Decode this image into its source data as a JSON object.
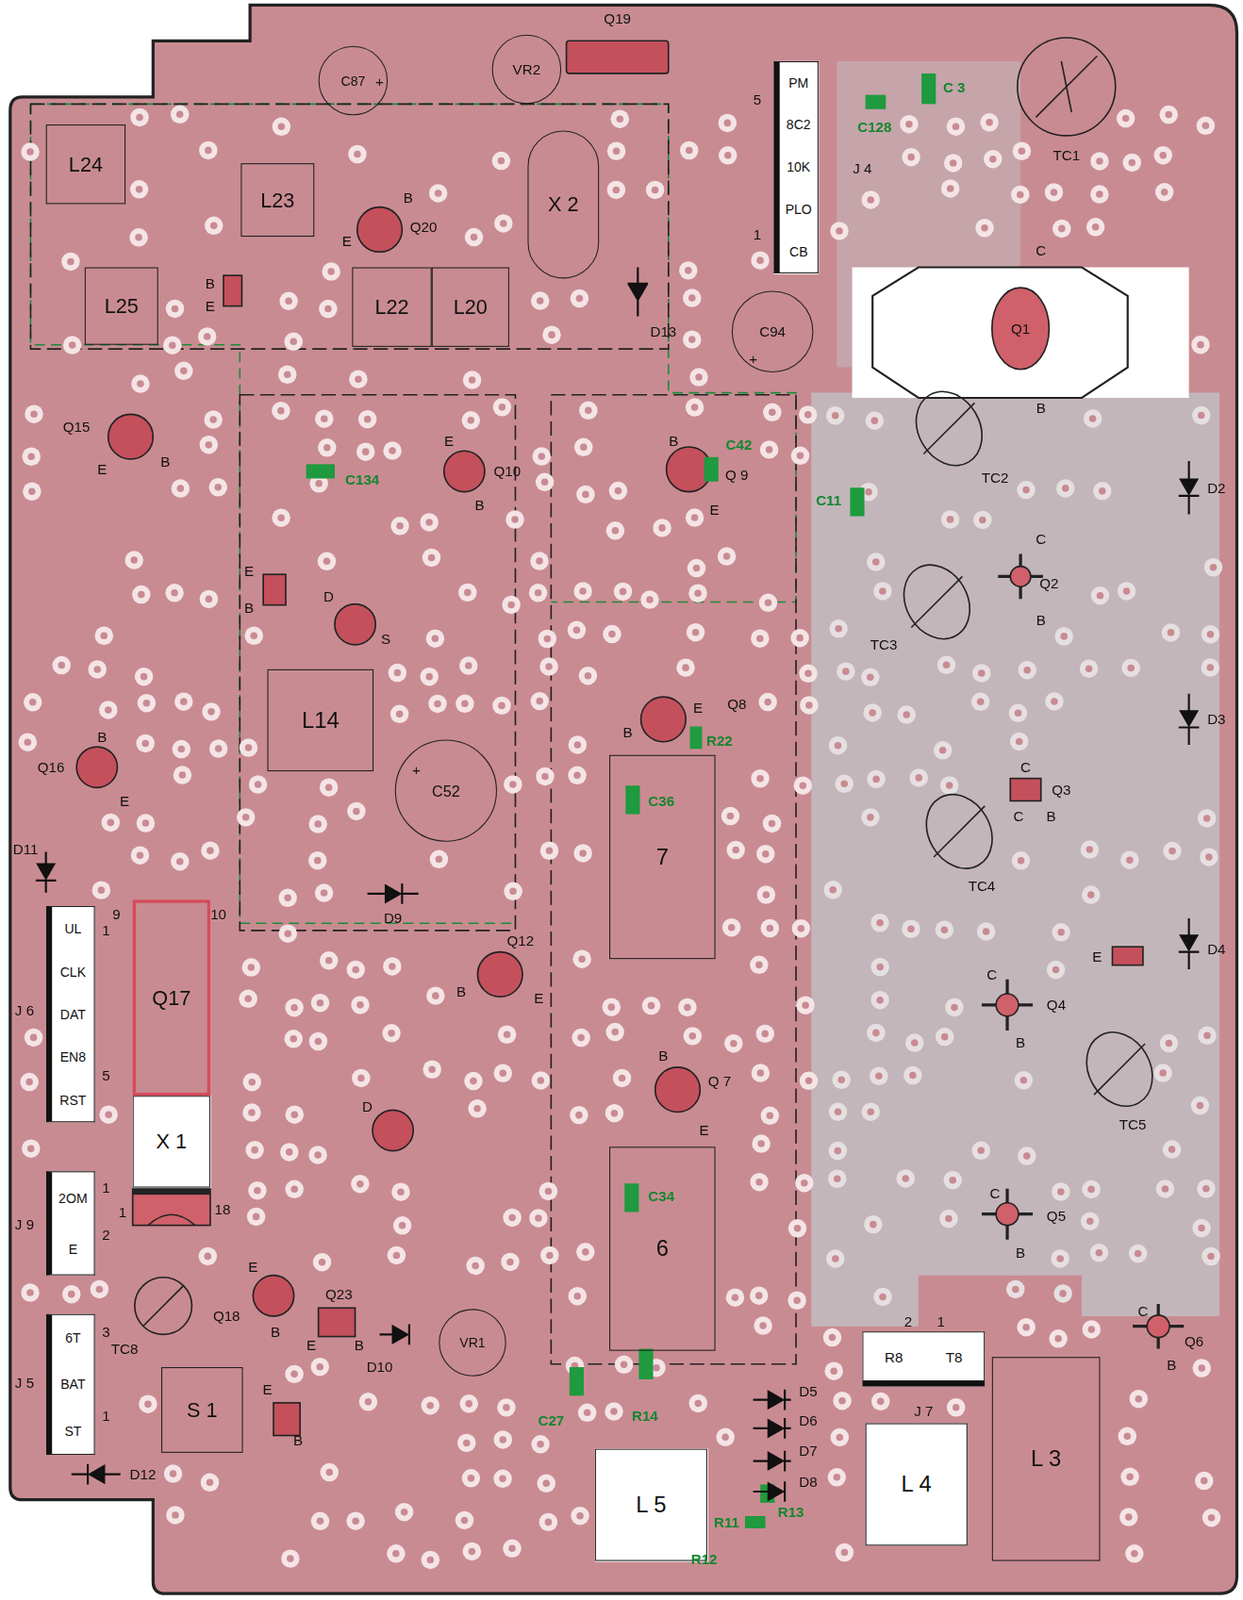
{
  "diagram": {
    "nodes": [
      {
        "text": [
          "L24"
        ]
      },
      {
        "text": [
          "L23"
        ]
      },
      {
        "text": [
          "L25"
        ]
      },
      {
        "text": [
          "L22"
        ]
      },
      {
        "text": [
          "L20"
        ]
      },
      {
        "text": [
          "X 2"
        ]
      },
      {
        "text": [
          "PM",
          "8C2",
          "10K",
          "PLO",
          "CB"
        ]
      },
      {
        "text": [
          "L14"
        ]
      },
      {
        "text": [
          "7"
        ]
      },
      {
        "text": [
          "UL",
          "CLK",
          "DAT",
          "EN8",
          "RST"
        ]
      },
      {
        "text": [
          "Q17"
        ]
      },
      {
        "text": [
          "X 1"
        ]
      },
      {
        "text": [
          "2OM",
          "E"
        ]
      },
      {
        "text": [
          "6"
        ]
      },
      {
        "text": [
          "6T",
          "BAT",
          "ST"
        ]
      },
      {
        "text": [
          "S 1"
        ]
      },
      {
        "text": [
          "R8",
          "T8"
        ]
      },
      {
        "text": [
          "L 5"
        ]
      },
      {
        "text": [
          "L 4"
        ]
      },
      {
        "text": [
          "L 3"
        ]
      },
      {
        "text": [
          "C87"
        ]
      },
      {
        "text": [
          "VR2"
        ]
      },
      {
        "text": [
          "C94"
        ]
      },
      {
        "text": [
          "C52"
        ]
      },
      {
        "text": [
          "VR1"
        ]
      }
    ],
    "labels": [
      "Q19",
      "5",
      "1",
      "J 4",
      "C128",
      "C 3",
      "TC1",
      "Q20",
      "B",
      "E",
      "B",
      "E",
      "D13",
      "C",
      "Q1",
      "B",
      "+",
      "+",
      "+",
      "TC2",
      "D2",
      "Q15",
      "E",
      "B",
      "C134",
      "Q10",
      "E",
      "B",
      "B",
      "C42",
      "Q 9",
      "E",
      "C11",
      "C",
      "Q2",
      "B",
      "TC3",
      "E",
      "B",
      "D",
      "S",
      "B",
      "Q8",
      "E",
      "R22",
      "C36",
      "D3",
      "Q16",
      "B",
      "E",
      "C",
      "Q3",
      "C",
      "B",
      "TC4",
      "D11",
      "D9",
      "9",
      "10",
      "1",
      "5",
      "J 6",
      "Q12",
      "B",
      "E",
      "E",
      "D4",
      "C",
      "Q4",
      "B",
      "B",
      "Q 7",
      "E",
      "D",
      "TC5",
      "C34",
      "J 9",
      "1",
      "2",
      "18",
      "1",
      "C",
      "Q5",
      "B",
      "E",
      "Q18",
      "B",
      "Q23",
      "E",
      "B",
      "D10",
      "TC8",
      "C",
      "Q6",
      "B",
      "C27",
      "R14",
      "J 5",
      "3",
      "1",
      "E",
      "B",
      "D5",
      "D6",
      "D7",
      "D8",
      "2",
      "1",
      "J 7",
      "R11",
      "R13",
      "R12",
      "D12"
    ]
  }
}
